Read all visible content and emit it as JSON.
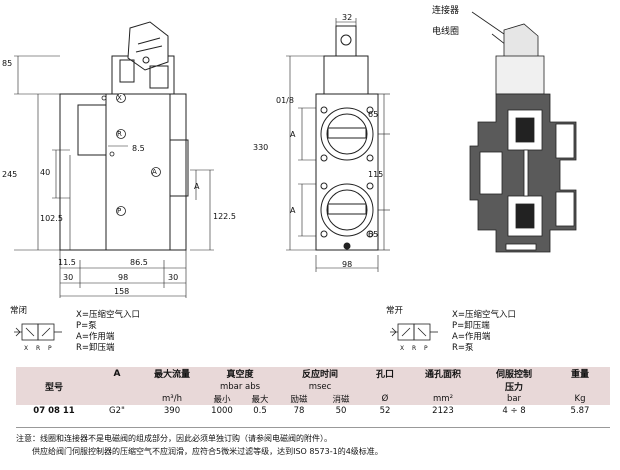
{
  "drawings": {
    "front_dims": {
      "d85": "85",
      "d245": "245",
      "d40": "40",
      "d102_5": "102.5",
      "d8_5": "8.5",
      "d122_5": "122.5",
      "d11_5": "11.5",
      "d86_5": "86.5",
      "d30a": "30",
      "d98": "98",
      "d30b": "30",
      "d158": "158",
      "lbl_A1": "A",
      "lbl_A2": "A"
    },
    "front_ports": {
      "x": "X",
      "r": "R",
      "a": "A",
      "p": "P"
    },
    "side_dims": {
      "d32": "32",
      "d01_8": "01/8",
      "d330": "330",
      "d65a": "65",
      "d115": "115",
      "d65b": "65",
      "d98": "98",
      "lbl_A1": "A",
      "lbl_A2": "A"
    },
    "section_labels": {
      "connector": "连接器",
      "coil": "电线圈"
    }
  },
  "legend_left": {
    "title": "常闭",
    "lines": [
      "X=压缩空气入口",
      "P=泵",
      "A=作用端",
      "R=卸压端"
    ],
    "symbol_letters": [
      "X",
      "R",
      "P"
    ]
  },
  "legend_right": {
    "title": "常开",
    "lines": [
      "X=压缩空气入口",
      "P=卸压端",
      "A=作用端",
      "R=泵"
    ],
    "symbol_letters": [
      "X",
      "R",
      "P"
    ]
  },
  "spec_table": {
    "headers": {
      "model": "型号",
      "a": "A",
      "max_flow": "最大流量",
      "vacuum": "真空度",
      "vacuum_unit": "mbar abs",
      "response": "反应时间",
      "response_unit": "msec",
      "orifice": "孔口",
      "conductance": "通孔面积",
      "pilot": "伺服控制",
      "pilot2": "压力",
      "weight": "重量"
    },
    "units": {
      "a": "",
      "max_flow": "m³/h",
      "vac_min": "最小",
      "vac_max": "最大",
      "resp_on": "励磁",
      "resp_off": "消磁",
      "orifice": "Ø",
      "conductance": "mm²",
      "pilot": "bar",
      "weight": "Kg"
    },
    "row": {
      "model": "07 08 11",
      "a": "G2\"",
      "max_flow": "390",
      "vac_min": "1000",
      "vac_max": "0.5",
      "resp_on": "78",
      "resp_off": "50",
      "orifice": "52",
      "conductance": "2123",
      "pilot": "4 ÷ 8",
      "weight": "5.87"
    }
  },
  "notes": {
    "line1": "注意：线圈和连接器不是电磁阀的组成部分，因此必须单独订购（请参阅电磁阀的附件）。",
    "line2": "供应给阀门伺服控制器的压缩空气不应润滑，应符合5微米过滤等级，达到ISO 8573-1的4级标准。"
  },
  "colors": {
    "table_header": "#e8d8d8",
    "drawing_line": "#222222",
    "section_fill": "#5a5a5a"
  }
}
